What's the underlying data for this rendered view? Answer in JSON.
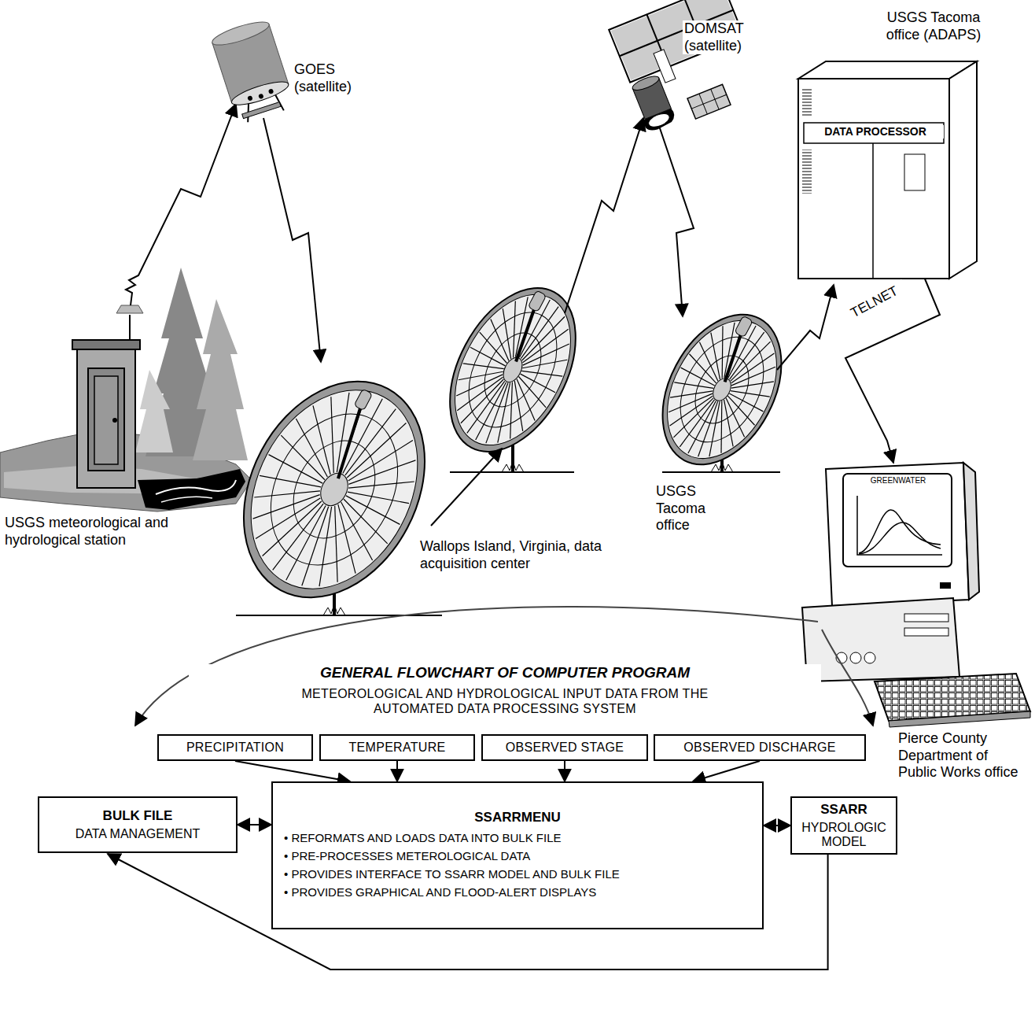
{
  "diagram": {
    "title": "GENERAL FLOWCHART OF COMPUTER PROGRAM",
    "nodes": [
      {
        "text": [
          "PRECIPITATION"
        ]
      },
      {
        "text": [
          "TEMPERATURE"
        ]
      },
      {
        "text": [
          "OBSERVED STAGE"
        ]
      },
      {
        "text": [
          "OBSERVED DISCHARGE"
        ]
      },
      {
        "text": [
          "BULK FILE",
          "DATA MANAGEMENT"
        ]
      },
      {
        "text": [
          "SSARRMENU",
          "• REFORMATS AND LOADS DATA INTO BULK FILE",
          "• PRE-PROCESSES METEROLOGICAL DATA",
          "• PROVIDES INTERFACE TO SSARR MODEL AND BULK FILE",
          "• PROVIDES GRAPHICAL AND FLOOD-ALERT DISPLAYS"
        ]
      },
      {
        "text": [
          "SSARR",
          "HYDROLOGIC MODEL"
        ]
      }
    ],
    "edges": [
      {
        "from": 0,
        "to": 5,
        "arrow": "to"
      },
      {
        "from": 1,
        "to": 5,
        "arrow": "to"
      },
      {
        "from": 2,
        "to": 5,
        "arrow": "to"
      },
      {
        "from": 3,
        "to": 5,
        "arrow": "to"
      },
      {
        "from": 4,
        "to": 5,
        "arrow": "both"
      },
      {
        "from": 5,
        "to": 6,
        "arrow": "both"
      },
      {
        "from": 6,
        "to": 4,
        "arrow": "to"
      }
    ],
    "labels": [
      "GOES (satellite)",
      "DOMSAT (satellite)",
      "USGS Tacoma office (ADAPS)",
      "DATA PROCESSOR",
      "TELNET",
      "GREENWATER",
      "USGS meteorological and hydrological station",
      "Wallops Island, Virginia, data acquisition center",
      "USGS Tacoma office",
      "Pierce County Department of Public Works office",
      "METEOROLOGICAL AND HYDROLOGICAL INPUT DATA FROM THE AUTOMATED DATA PROCESSING SYSTEM"
    ]
  }
}
